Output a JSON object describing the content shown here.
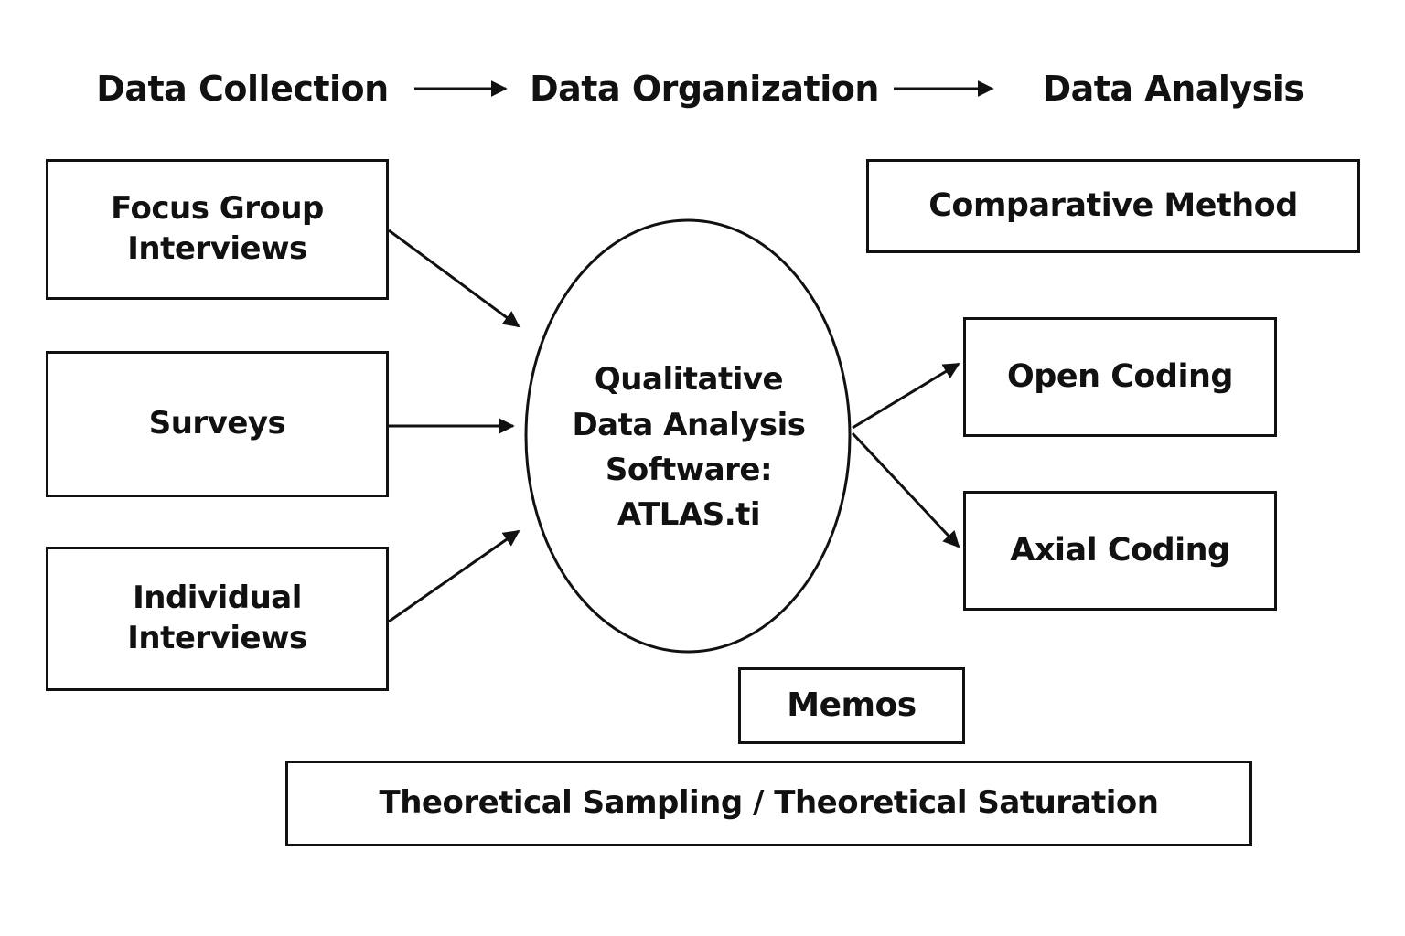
{
  "stages": {
    "collection": "Data Collection",
    "organization": "Data Organization",
    "analysis": "Data Analysis"
  },
  "sources": {
    "focus_group": [
      "Focus Group",
      "Interviews"
    ],
    "surveys": "Surveys",
    "individual": [
      "Individual",
      "Interviews"
    ]
  },
  "center": {
    "lines": [
      "Qualitative",
      "Data Analysis",
      "Software:",
      "ATLAS.ti"
    ]
  },
  "analysis": {
    "comparative": "Comparative Method",
    "open_coding": "Open Coding",
    "axial_coding": "Axial Coding"
  },
  "memos": "Memos",
  "sampling": "Theoretical Sampling / Theoretical Saturation",
  "colors": {
    "stroke": "#111111",
    "background": "#ffffff"
  }
}
